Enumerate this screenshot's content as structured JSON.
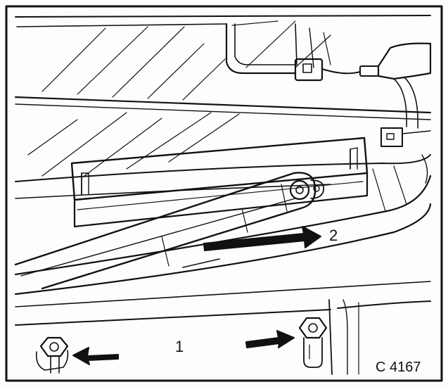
{
  "diagram": {
    "callouts": {
      "bolts": "1",
      "slide_direction": "2"
    },
    "figure_code": "C 4167"
  }
}
